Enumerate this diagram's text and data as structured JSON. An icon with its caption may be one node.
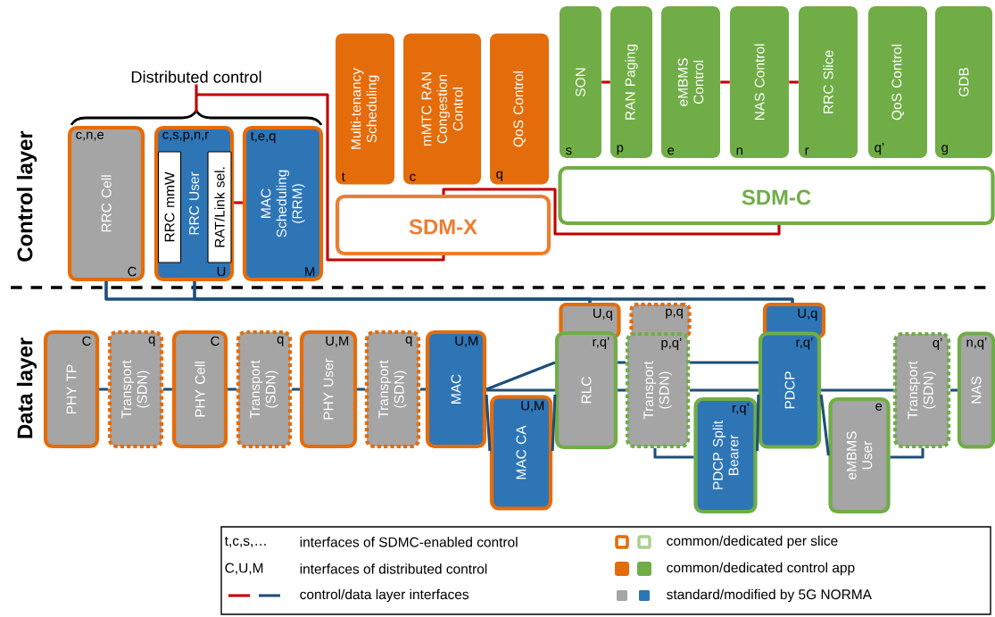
{
  "diagram": {
    "nodes": [
      {
        "text": [
          "RRC Cell",
          "c,n,e",
          "C"
        ]
      },
      {
        "text": [
          "RRC User",
          "c,s,p,n,r",
          "U"
        ]
      },
      {
        "text": [
          "RRC mmW"
        ],
        "in": 1
      },
      {
        "text": [
          "RAT/Link sel."
        ],
        "in": 1
      },
      {
        "text": [
          "MAC Scheduling (RRM)",
          "t,e,q",
          "M"
        ]
      },
      {
        "text": [
          "Multi-tenancy Scheduling",
          "t"
        ]
      },
      {
        "text": [
          "mMTC RAN Congestion Control",
          "c"
        ]
      },
      {
        "text": [
          "QoS Control",
          "q"
        ]
      },
      {
        "text": [
          "SDM-X"
        ]
      },
      {
        "text": [
          "SON",
          "s"
        ]
      },
      {
        "text": [
          "RAN Paging",
          "p"
        ]
      },
      {
        "text": [
          "eMBMS Control",
          "e"
        ]
      },
      {
        "text": [
          "NAS Control",
          "n"
        ]
      },
      {
        "text": [
          "RRC Slice",
          "r"
        ]
      },
      {
        "text": [
          "QoS Control",
          "q’"
        ]
      },
      {
        "text": [
          "GDB",
          "g"
        ]
      },
      {
        "text": [
          "SDM-C"
        ]
      },
      {
        "text": [
          "PHY TP",
          "C"
        ]
      },
      {
        "text": [
          "Transport (SDN)",
          "q"
        ]
      },
      {
        "text": [
          "PHY Cell",
          "C"
        ]
      },
      {
        "text": [
          "Transport (SDN)",
          "q"
        ]
      },
      {
        "text": [
          "PHY User",
          "U,M"
        ]
      },
      {
        "text": [
          "Transport (SDN)",
          "q"
        ]
      },
      {
        "text": [
          "MAC",
          "U,M"
        ]
      },
      {
        "text": [
          "MAC CA",
          "U,M"
        ]
      },
      {
        "text": [
          "U,q"
        ]
      },
      {
        "text": [
          "RLC",
          "r,q’"
        ]
      },
      {
        "text": [
          "p,q"
        ]
      },
      {
        "text": [
          "Transport (SDN)",
          "p,q’"
        ]
      },
      {
        "text": [
          "PDCP Split Bearer",
          "r,q’"
        ]
      },
      {
        "text": [
          "U,q"
        ]
      },
      {
        "text": [
          "PDCP",
          "r,q’"
        ]
      },
      {
        "text": [
          "eMBMS User",
          "e"
        ]
      },
      {
        "text": [
          "Transport (SDN)",
          "q’"
        ]
      },
      {
        "text": [
          "NAS",
          "n,q’"
        ]
      },
      {
        "text": [
          "Distributed control"
        ]
      }
    ],
    "edges": [
      {
        "from": 35,
        "to": 8,
        "arrow": "none",
        "color": "#c00000"
      },
      {
        "from": 8,
        "to": 16,
        "arrow": "none",
        "color": "#c00000"
      },
      {
        "from": 1,
        "to": 4,
        "arrow": "none",
        "color": "#c00000"
      },
      {
        "from": 9,
        "to": 10,
        "arrow": "none",
        "color": "#c00000"
      },
      {
        "from": 11,
        "to": 12,
        "arrow": "none",
        "color": "#c00000"
      },
      {
        "from": 12,
        "to": 13,
        "arrow": "none",
        "color": "#c00000"
      },
      {
        "from": 0,
        "to": 25,
        "arrow": "none"
      },
      {
        "from": 0,
        "to": 30,
        "arrow": "none"
      },
      {
        "from": 1,
        "to": 25,
        "arrow": "none"
      },
      {
        "from": 1,
        "to": 30,
        "arrow": "none"
      },
      {
        "from": 17,
        "to": 18,
        "arrow": "none"
      },
      {
        "from": 18,
        "to": 19,
        "arrow": "none"
      },
      {
        "from": 19,
        "to": 20,
        "arrow": "none"
      },
      {
        "from": 20,
        "to": 21,
        "arrow": "none"
      },
      {
        "from": 21,
        "to": 22,
        "arrow": "none"
      },
      {
        "from": 22,
        "to": 23,
        "arrow": "none"
      },
      {
        "from": 23,
        "to": 26,
        "arrow": "none"
      },
      {
        "from": 23,
        "to": 26,
        "arrow": "none"
      },
      {
        "from": 23,
        "to": 24,
        "arrow": "none"
      },
      {
        "from": 24,
        "to": 26,
        "arrow": "none"
      },
      {
        "from": 26,
        "to": 28,
        "arrow": "none"
      },
      {
        "from": 26,
        "to": 28,
        "arrow": "none"
      },
      {
        "from": 28,
        "to": 31,
        "arrow": "none"
      },
      {
        "from": 28,
        "to": 31,
        "arrow": "none"
      },
      {
        "from": 31,
        "to": 33,
        "arrow": "none"
      },
      {
        "from": 33,
        "to": 34,
        "arrow": "none"
      },
      {
        "from": 28,
        "to": 29,
        "arrow": "none"
      },
      {
        "from": 29,
        "to": 31,
        "arrow": "none"
      },
      {
        "from": 31,
        "to": 32,
        "arrow": "none"
      },
      {
        "from": 32,
        "to": 33,
        "arrow": "none"
      }
    ],
    "labels": [
      "Control layer",
      "Data layer",
      "t,c,s,…",
      "C,U,M"
    ],
    "legend": [
      {
        "text": "interfaces of SDMC-enabled control"
      },
      {
        "text": "interfaces of distributed control"
      },
      {
        "text": "control/data layer interfaces"
      },
      {
        "text": "common/dedicated per slice"
      },
      {
        "text": "common/dedicated control app"
      },
      {
        "text": "standard/modified by 5G NORMA"
      }
    ]
  }
}
